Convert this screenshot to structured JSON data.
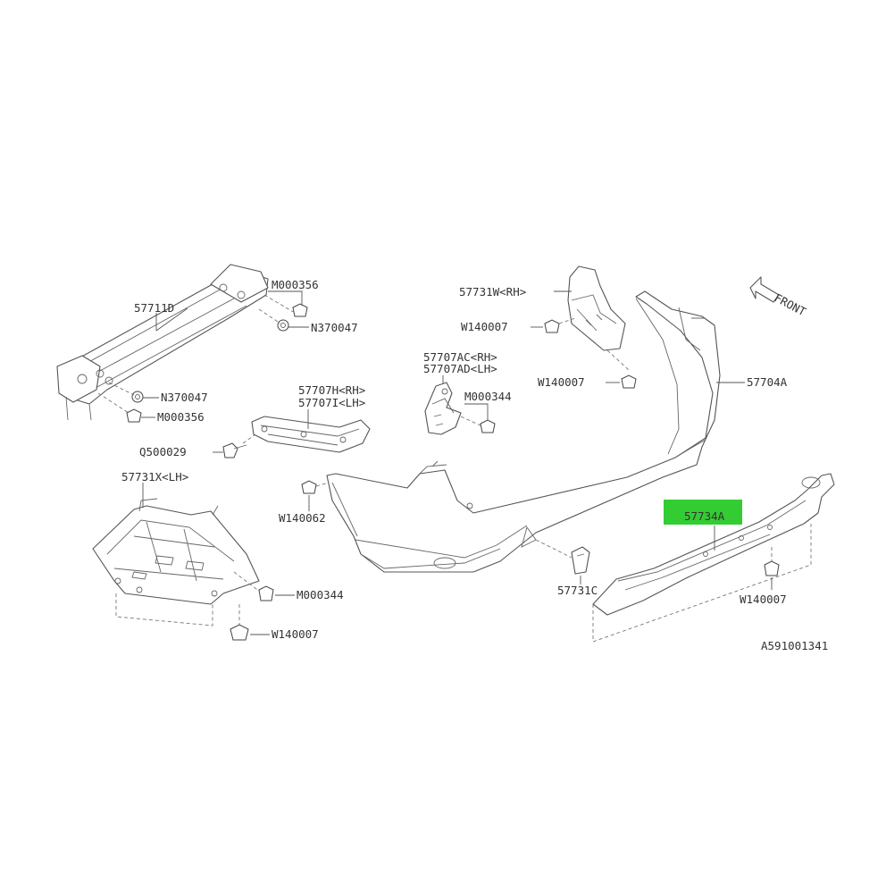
{
  "labels": {
    "p57711D": "57711D",
    "m000356_top": "M000356",
    "n370047_top": "N370047",
    "n370047_mid": "N370047",
    "m000356_low": "M000356",
    "q500029": "Q500029",
    "p57707H": "57707H<RH>",
    "p57707I": "57707I<LH>",
    "p57731X": "57731X<LH>",
    "w140062": "W140062",
    "m000344_low": "M000344",
    "w140007_low": "W140007",
    "p57731W": "57731W<RH>",
    "w140007_a": "W140007",
    "w140007_b": "W140007",
    "p57707AC": "57707AC<RH>",
    "p57707AD": "57707AD<LH>",
    "m000344_mid": "M000344",
    "p57704A": "57704A",
    "p57734A": "57734A",
    "p57731C": "57731C",
    "w140007_right": "W140007",
    "front": "FRONT",
    "diagram_id": "A591001341"
  },
  "colors": {
    "highlight": "#33cc33",
    "line": "#555555",
    "text": "#333333"
  },
  "icons": {
    "front_arrow": "front-arrow-icon"
  }
}
